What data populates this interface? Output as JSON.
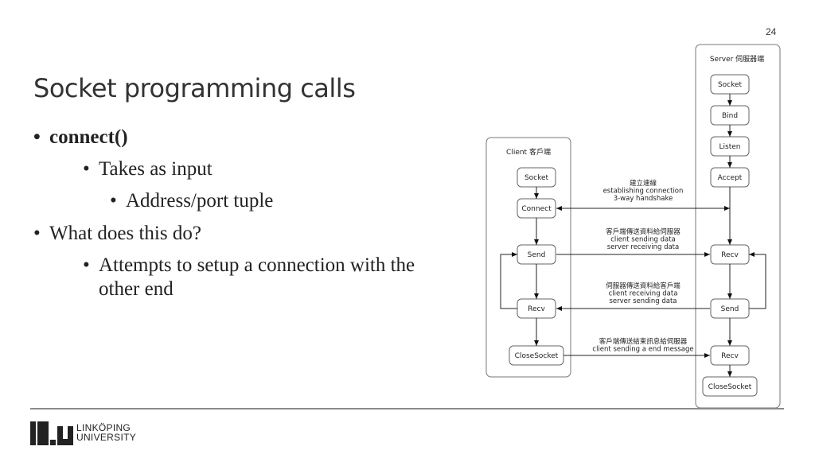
{
  "page_number": "24",
  "title": "Socket programming calls",
  "bullets": [
    {
      "text": "connect()",
      "level": 1,
      "bold": true
    },
    {
      "text": "Takes as input",
      "level": 2
    },
    {
      "text": "Address/port tuple",
      "level": 3
    },
    {
      "text": "What does this do?",
      "level": 1
    },
    {
      "text": "Attempts to setup a connection with the",
      "level": 2
    },
    {
      "text": "other end",
      "level": 2
    }
  ],
  "bullet_glyph": "•",
  "diagram": {
    "client_label": "Client 客戶端",
    "server_label": "Server 伺服器端",
    "client_nodes": [
      "Socket",
      "Connect",
      "Send",
      "Recv",
      "CloseSocket"
    ],
    "server_nodes": [
      "Socket",
      "Bind",
      "Listen",
      "Accept",
      "Recv",
      "Send",
      "Recv",
      "CloseSocket"
    ],
    "messages": [
      [
        "建立連線",
        "establishing connection",
        "3-way handshake"
      ],
      [
        "客戶端傳送資料給伺服器",
        "client sending data",
        "server receiving data"
      ],
      [
        "伺服器傳送資料給客戶端",
        "client receiving data",
        "server sending data"
      ],
      [
        "客戶端傳送結束訊息給伺服器",
        "client sending a end message"
      ]
    ]
  },
  "logo": {
    "line1": "LINKÖPING",
    "line2": "UNIVERSITY",
    "mark": "liu"
  }
}
